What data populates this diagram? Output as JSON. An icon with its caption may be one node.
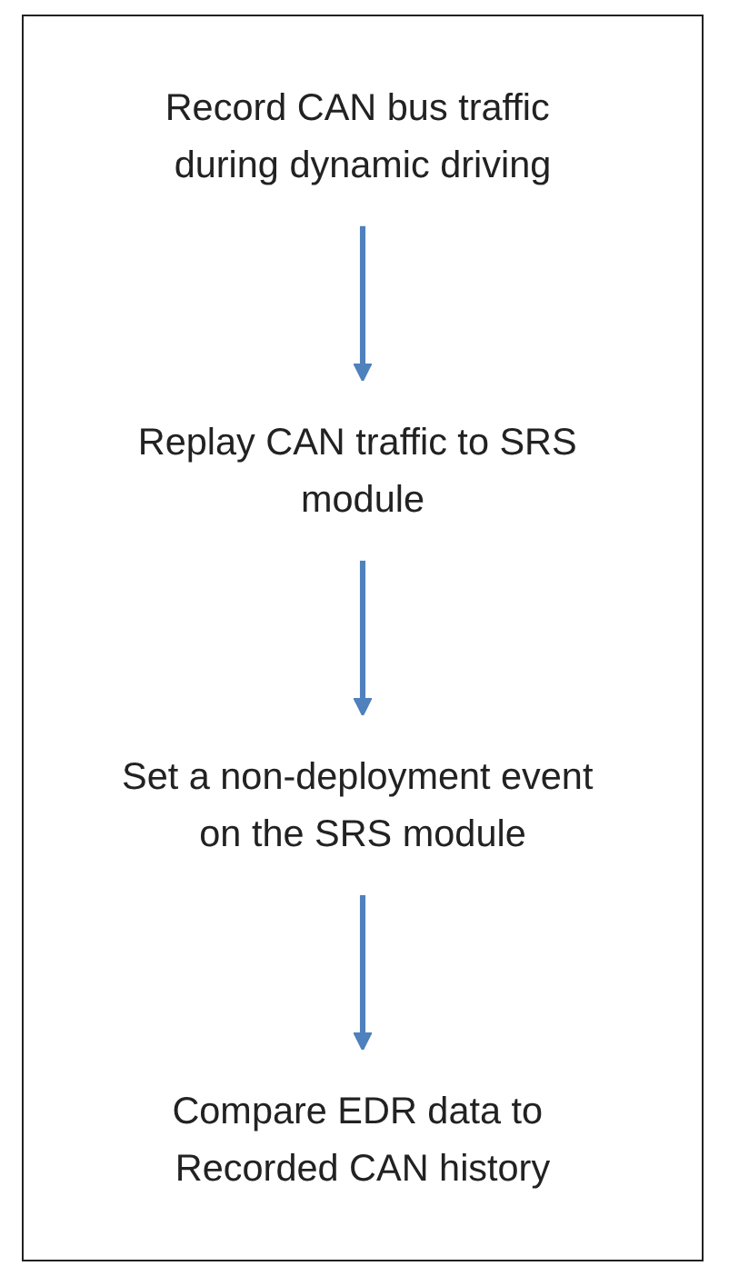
{
  "diagram": {
    "nodes": [
      {
        "text": [
          "Record CAN bus traffic during dynamic driving"
        ]
      },
      {
        "text": [
          "Replay CAN traffic to SRS module"
        ]
      },
      {
        "text": [
          "Set a non-deployment event on the SRS module"
        ]
      },
      {
        "text": [
          "Compare EDR data to Recorded CAN history"
        ]
      }
    ],
    "edges": [
      {
        "from": 0,
        "to": 1,
        "arrow": "to"
      },
      {
        "from": 1,
        "to": 2,
        "arrow": "to"
      },
      {
        "from": 2,
        "to": 3,
        "arrow": "to"
      }
    ]
  }
}
